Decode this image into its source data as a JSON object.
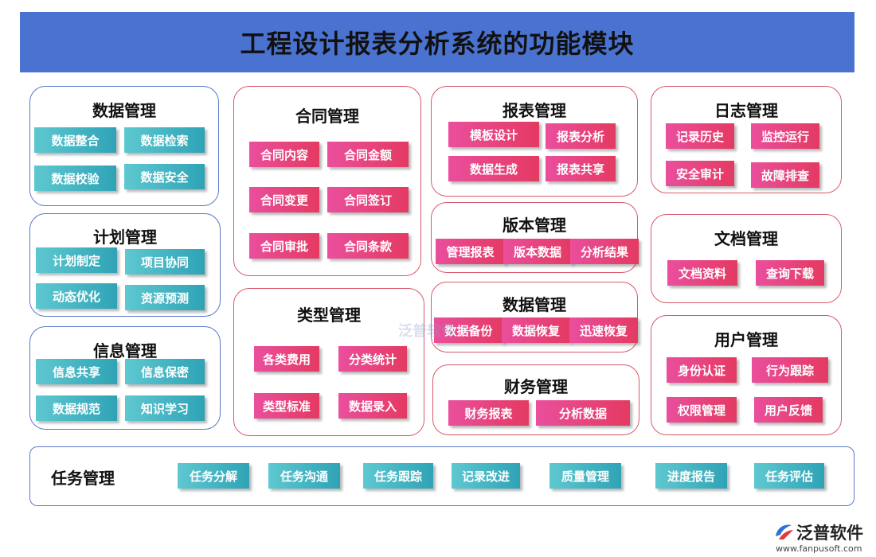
{
  "title": "工程设计报表分析系统的功能模块",
  "modules": {
    "data_mgmt_1": {
      "title": "数据管理",
      "items": [
        "数据整合",
        "数据检索",
        "数据校验",
        "数据安全"
      ]
    },
    "plan_mgmt": {
      "title": "计划管理",
      "items": [
        "计划制定",
        "项目协同",
        "动态优化",
        "资源预测"
      ]
    },
    "info_mgmt": {
      "title": "信息管理",
      "items": [
        "信息共享",
        "信息保密",
        "数据规范",
        "知识学习"
      ]
    },
    "contract_mgmt": {
      "title": "合同管理",
      "items": [
        "合同内容",
        "合同金额",
        "合同变更",
        "合同签订",
        "合同审批",
        "合同条款"
      ]
    },
    "type_mgmt": {
      "title": "类型管理",
      "items": [
        "各类费用",
        "分类统计",
        "类型标准",
        "数据录入"
      ]
    },
    "report_mgmt": {
      "title": "报表管理",
      "items": [
        "模板设计",
        "报表分析",
        "数据生成",
        "报表共享"
      ]
    },
    "version_mgmt": {
      "title": "版本管理",
      "items": [
        "管理报表",
        "版本数据",
        "分析结果"
      ]
    },
    "data_mgmt_2": {
      "title": "数据管理",
      "items": [
        "数据备份",
        "数据恢复",
        "迅速恢复"
      ]
    },
    "finance_mgmt": {
      "title": "财务管理",
      "items": [
        "财务报表",
        "分析数据"
      ]
    },
    "log_mgmt": {
      "title": "日志管理",
      "items": [
        "记录历史",
        "监控运行",
        "安全审计",
        "故障排查"
      ]
    },
    "doc_mgmt": {
      "title": "文档管理",
      "items": [
        "文档资料",
        "查询下载"
      ]
    },
    "user_mgmt": {
      "title": "用户管理",
      "items": [
        "身份认证",
        "行为跟踪",
        "权限管理",
        "用户反馈"
      ]
    },
    "task_mgmt": {
      "title": "任务管理",
      "items": [
        "任务分解",
        "任务沟通",
        "任务跟踪",
        "记录改进",
        "质量管理",
        "进度报告",
        "任务评估"
      ]
    }
  },
  "watermark": "泛普软件",
  "logo": {
    "name": "泛普软件",
    "url": "www.fanpusoft.com"
  },
  "colors": {
    "banner": "#4a72d0",
    "teal_chip": "#2fa3b6",
    "pink_chip": "#e43a62",
    "blue_border": "#5a79c6",
    "red_border": "#d65a6a"
  }
}
